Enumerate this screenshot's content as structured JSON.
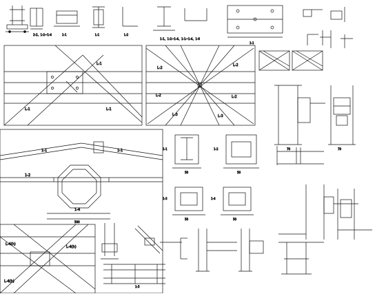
{
  "drawing": {
    "line_color": "#111111",
    "background": "#ffffff",
    "top_row_labels": [
      "2-2、1-2~1-4",
      "1-1",
      "L-1",
      "L-2",
      "1-1、1-2~1-4、1-1~1-4、1-6",
      "1-1"
    ],
    "braces_left": [
      "L-1",
      "L-1",
      "L-1"
    ],
    "braces_right": [
      "L-2",
      "L-2",
      "L-2",
      "L-2",
      "L-3",
      "L-3"
    ],
    "truss_labels": [
      "1-1",
      "1-1",
      "1-2"
    ],
    "octagon_label": "1-4",
    "section_labels": [
      "1-1",
      "1-2",
      "1-3",
      "1-4",
      "1-5"
    ],
    "bottom_left_labels": [
      "L-4(h)",
      "L-4(h)",
      "L-4(h)"
    ],
    "dims": [
      "50",
      "50",
      "500",
      "50",
      "50",
      "70",
      "70"
    ]
  }
}
